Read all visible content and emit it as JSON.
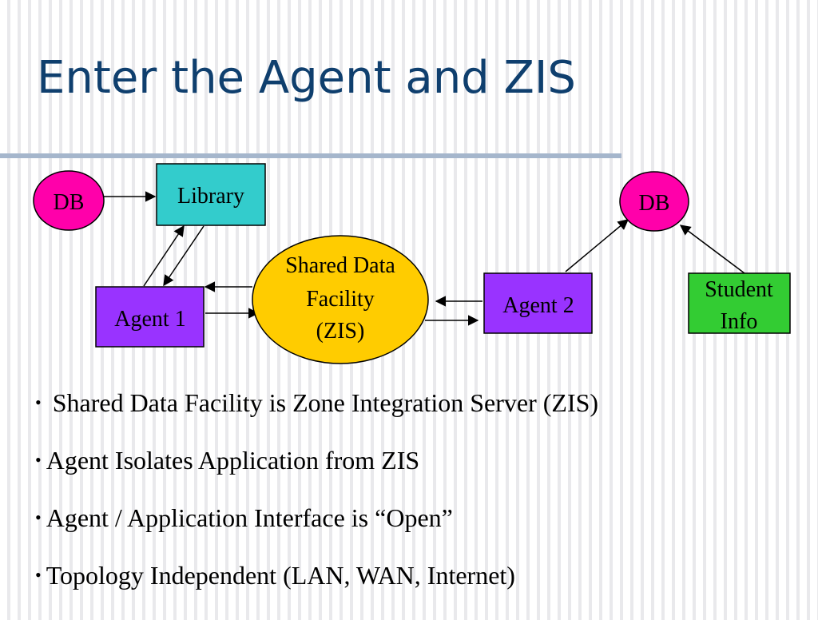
{
  "slide": {
    "title": "Enter the Agent and ZIS",
    "diagram": {
      "db_left": "DB",
      "library": "Library",
      "agent1": "Agent 1",
      "zis_line1": "Shared Data",
      "zis_line2": "Facility",
      "zis_line3": "(ZIS)",
      "agent2": "Agent 2",
      "db_right": "DB",
      "student_line1": "Student",
      "student_line2": "Info"
    },
    "bullets": [
      " Shared Data Facility is Zone Integration Server (ZIS)",
      "Agent Isolates Application from ZIS",
      "Agent / Application Interface is “Open”",
      "Topology Independent  (LAN, WAN, Internet)"
    ],
    "colors": {
      "title": "#0f3f6e",
      "db": "#ff00aa",
      "library": "#33cccc",
      "agent": "#9933ff",
      "zis": "#ffcc00",
      "student_info": "#33cc33"
    }
  }
}
